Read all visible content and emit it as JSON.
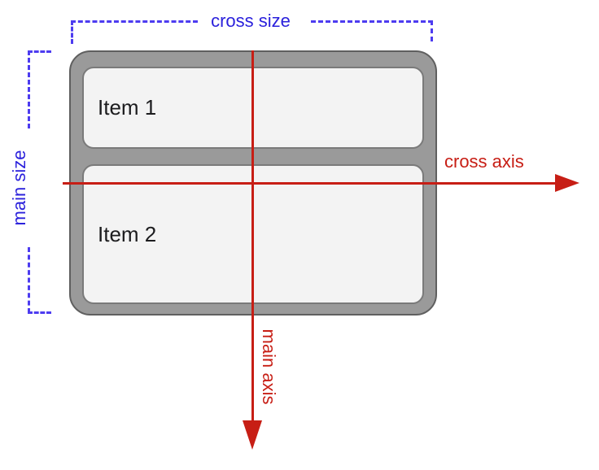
{
  "diagram": {
    "container": {
      "items": [
        {
          "label": "Item 1"
        },
        {
          "label": "Item 2"
        }
      ]
    },
    "labels": {
      "cross_size": "cross size",
      "main_size": "main size",
      "cross_axis": "cross axis",
      "main_axis": "main axis"
    },
    "icons": {
      "cross_axis_arrowhead": "arrow-right-icon",
      "main_axis_arrowhead": "arrow-down-icon"
    },
    "colors": {
      "axis_red": "#c71e15",
      "size_blue": "#2b21dc",
      "dash_blue": "#4d3cf0",
      "container_fill": "#9a9a9a",
      "container_border": "#5f5f5f",
      "item_fill": "#f3f3f3",
      "item_border": "#7a7a7a",
      "item_text": "#1c1c1e"
    }
  }
}
